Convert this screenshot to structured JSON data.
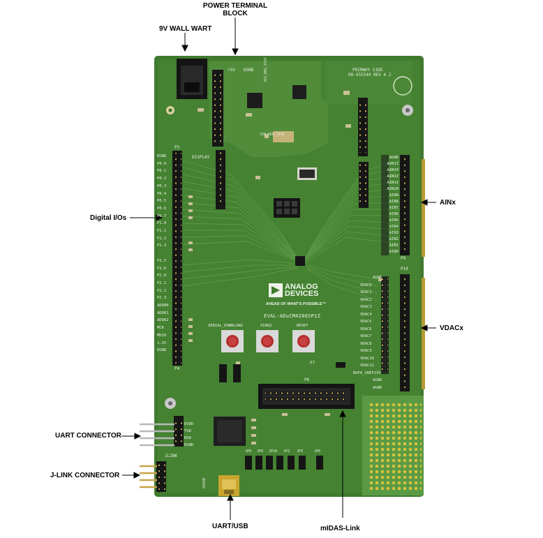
{
  "callouts": {
    "power_terminal": "POWER TERMINAL\nBLOCK",
    "wall_wart": "9V WALL WART",
    "digital_ios": "Digital I/Os",
    "ainx": "AINx",
    "vdacx": "VDACx",
    "uart_connector": "UART CONNECTOR",
    "jlink_connector": "J-LINK CONNECTOR",
    "uart_usb": "UART/USB",
    "midas_link": "mIDAS-Link"
  },
  "board": {
    "primary_side": "PRIMARY SIDE",
    "rev": "08-055549 REV A 2",
    "model": "EVAL-ADuCM420QSP1Z",
    "logo_line1": "ANALOG",
    "logo_line2": "DEVICES",
    "tagline": "AHEAD OF WHAT'S POSSIBLE™",
    "buttons": [
      "SERIAL_DOWNLOAD",
      "XIRQ2",
      "RESET"
    ],
    "display": "DISPLAY",
    "reg1": "3V3_REG_STAT",
    "reg2": "1V8_REG_STAT",
    "dgnd": "DGND",
    "plus5v": "+5V",
    "p3": "P3",
    "p4": "P4",
    "p9": "P9",
    "p10": "P10",
    "p6": "P6",
    "p7": "P7",
    "jlink": "JLINK",
    "usb_label": "5VUSB",
    "digital_pins": [
      "DGND",
      "P0.0",
      "P0.1",
      "P0.2",
      "P0.3",
      "P0.4",
      "P0.5",
      "P0.6",
      "P0.7",
      "P1.0",
      "P1.1",
      "P1.2",
      "P1.3",
      "",
      "P1.5",
      "P1.6",
      "P2.0",
      "P2.1",
      "P2.2",
      "P2.3",
      "ADDR0",
      "ADDR1",
      "ADDR2",
      "MCK",
      "MDIO",
      "1.2V",
      "DGND"
    ],
    "ain_pins": [
      "AGND",
      "AIN13",
      "AIN14",
      "AIN12",
      "AIN11",
      "AIN10",
      "AIN9",
      "AIN8",
      "AIN7",
      "AIN6",
      "AIN5",
      "AIN4",
      "AIN3",
      "AIN2",
      "AIN1",
      "AIN0"
    ],
    "vdac_pins": [
      "AGND",
      "VDAC0",
      "VDAC1",
      "VDAC2",
      "VDAC3",
      "VDAC4",
      "VDAC5",
      "VDAC6",
      "VDAC7",
      "VDAC8",
      "VDAC9",
      "VDAC10",
      "VDAC11",
      "BUF0_VREF2V5",
      "AGND",
      "AGND"
    ],
    "uart_pins": [
      "DVDD",
      "TXD",
      "RXD",
      "DGND"
    ],
    "jumpers": [
      "JP8",
      "JP9",
      "JP10",
      "JP2",
      "JP3",
      "JP6"
    ]
  }
}
